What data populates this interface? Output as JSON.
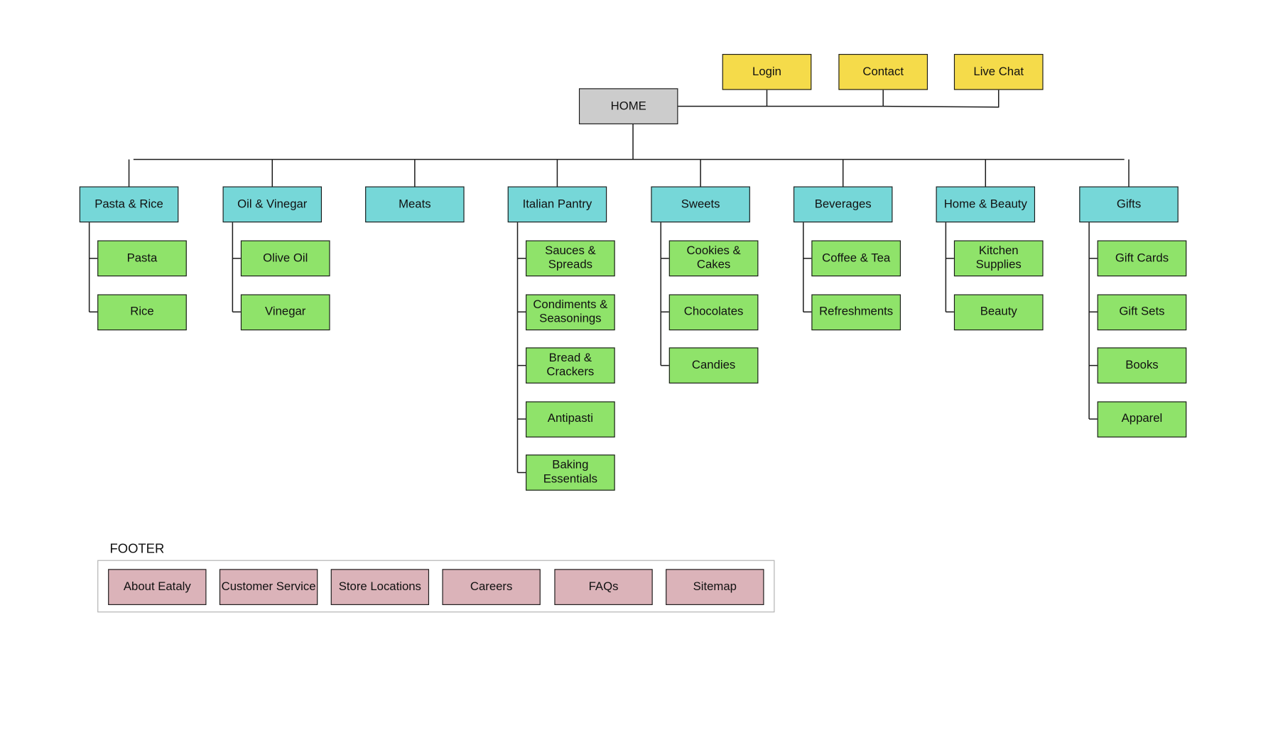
{
  "home": {
    "label": "HOME"
  },
  "utility": [
    "Login",
    "Contact",
    "Live Chat"
  ],
  "categories": [
    {
      "label": "Pasta & Rice",
      "children": [
        "Pasta",
        "Rice"
      ]
    },
    {
      "label": "Oil & Vinegar",
      "children": [
        "Olive Oil",
        "Vinegar"
      ]
    },
    {
      "label": "Meats",
      "children": []
    },
    {
      "label": "Italian Pantry",
      "children": [
        "Sauces & Spreads",
        "Condiments & Seasonings",
        "Bread & Crackers",
        "Antipasti",
        "Baking Essentials"
      ]
    },
    {
      "label": "Sweets",
      "children": [
        "Cookies & Cakes",
        "Chocolates",
        "Candies"
      ]
    },
    {
      "label": "Beverages",
      "children": [
        "Coffee & Tea",
        "Refreshments"
      ]
    },
    {
      "label": "Home & Beauty",
      "children": [
        "Kitchen Supplies",
        "Beauty"
      ]
    },
    {
      "label": "Gifts",
      "children": [
        "Gift Cards",
        "Gift Sets",
        "Books",
        "Apparel"
      ]
    }
  ],
  "footer": {
    "title": "FOOTER",
    "items": [
      "About Eataly",
      "Customer Service",
      "Store Locations",
      "Careers",
      "FAQs",
      "Sitemap"
    ]
  },
  "colors": {
    "home": "#cccccc",
    "utility": "#f5db4a",
    "category": "#76d7d8",
    "subcategory": "#8fe36a",
    "footer": "#dbb3b9"
  }
}
